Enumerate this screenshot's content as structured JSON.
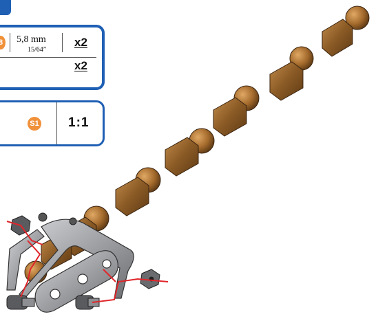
{
  "parts_panel": {
    "size_mm": "5,8 mm",
    "size_inch": "15/64”",
    "qty_top": "x2",
    "qty_bottom": "x2"
  },
  "scale_panel": {
    "badge": "S1",
    "ratio": "1:1"
  },
  "icons": {
    "badge_partial": "orange-part-badge-icon",
    "scale_badge": "orange-scale-badge-icon"
  },
  "colors": {
    "frame_blue": "#1f5fb4",
    "badge_orange": "#f0913a",
    "part_bronze": "#8a5a25",
    "guide_red": "#e0262b",
    "metal_grey": "#8e8f92"
  }
}
